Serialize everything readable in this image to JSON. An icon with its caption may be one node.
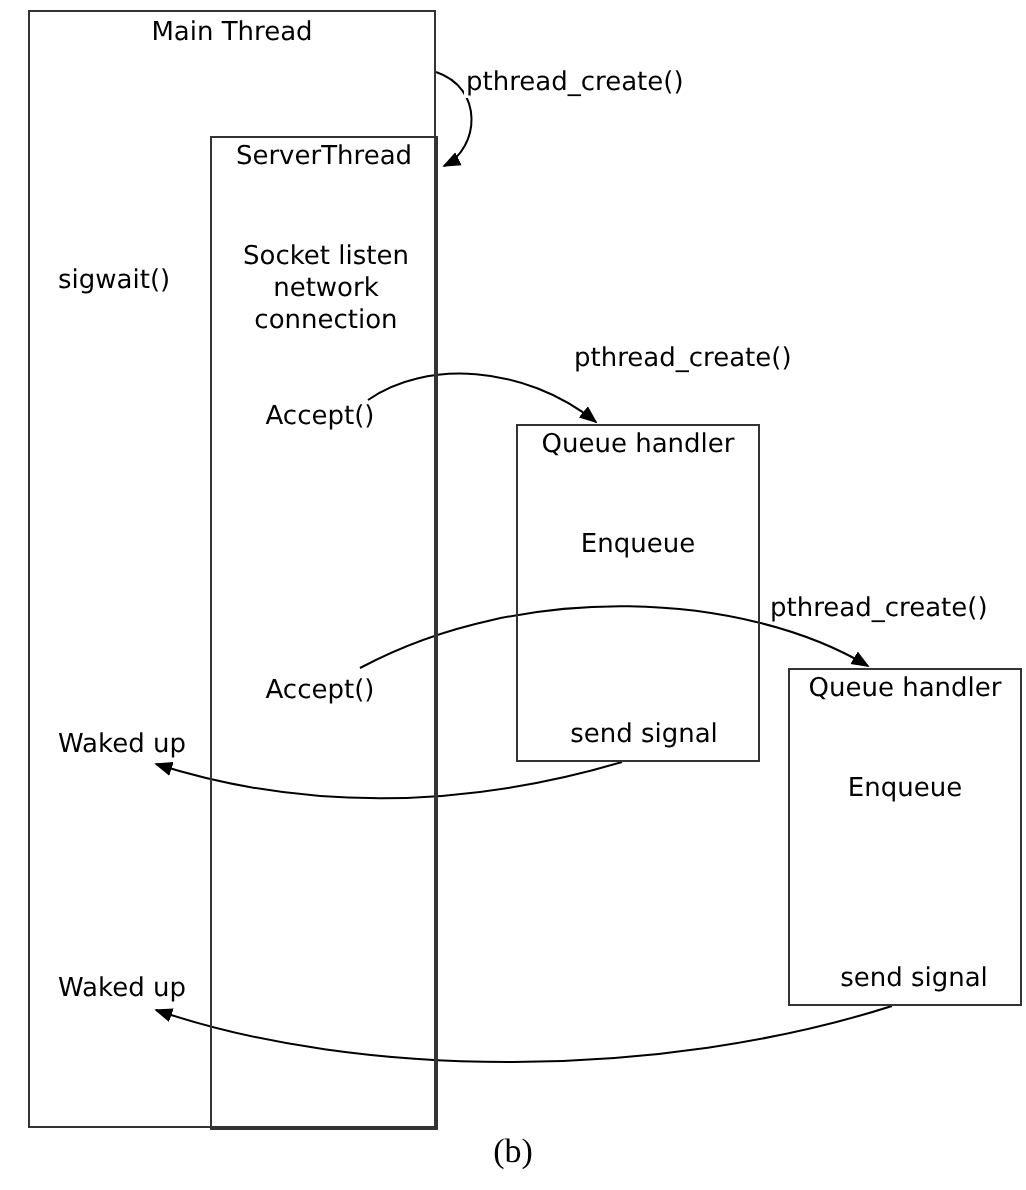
{
  "diagram": {
    "caption": "(b)",
    "nodes": [
      {
        "text": [
          "Main Thread"
        ]
      },
      {
        "text": [
          "ServerThread",
          "Socket listen network connection"
        ],
        "in": 0
      },
      {
        "text": [
          "Accept()"
        ],
        "in": 1
      },
      {
        "text": [
          "Queue handler",
          "Enqueue"
        ]
      },
      {
        "text": [
          "Accept()"
        ],
        "in": 1
      },
      {
        "text": [
          "Queue handler",
          "Enqueue"
        ]
      },
      {
        "text": [
          "send signal"
        ],
        "in": 3
      },
      {
        "text": [
          "Waked up"
        ],
        "in": 0
      },
      {
        "text": [
          "send signal"
        ],
        "in": 5
      },
      {
        "text": [
          "Waked up"
        ],
        "in": 0
      }
    ],
    "edges": [
      {
        "from": 0,
        "to": 1,
        "arrow": "to",
        "label": "pthread_create()"
      },
      {
        "from": 2,
        "to": 3,
        "arrow": "to",
        "label": "pthread_create()"
      },
      {
        "from": 4,
        "to": 5,
        "arrow": "to",
        "label": "pthread_create()"
      },
      {
        "from": 6,
        "to": 7,
        "arrow": "to"
      },
      {
        "from": 8,
        "to": 9,
        "arrow": "to"
      }
    ],
    "labels": [
      "sigwait()"
    ]
  }
}
